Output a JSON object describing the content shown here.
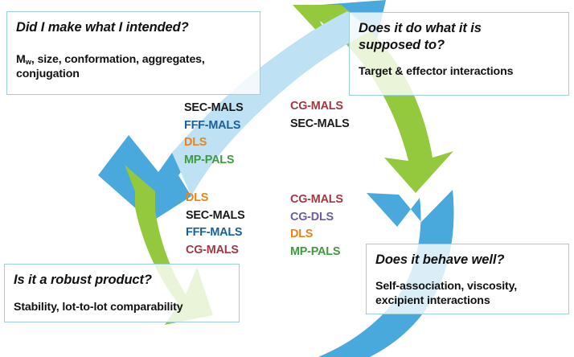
{
  "diagram": {
    "title": "Biopharmaceutical characterization question cycle",
    "layout": "four-quadrant circular arrow cycle",
    "colors": {
      "arrow_blue": "#49A9DD",
      "arrow_blue_light": "#BFE1F4",
      "arrow_green": "#94C93D",
      "arrow_green_light": "#DCEBBB",
      "box_border": "#9ecfd4",
      "text_black": "#111111",
      "technique_sec_mals": "#1A1A1A",
      "technique_fff_mals": "#17609E",
      "technique_dls": "#E8841A",
      "technique_mp_pals": "#3E9B3E",
      "technique_cg_mals": "#A33842",
      "technique_cg_dls": "#6E5CA3"
    }
  },
  "quadrants": {
    "top_left": {
      "question": "Did I make what I intended?",
      "answer_prefix": "M",
      "answer_subscript": "w",
      "answer_rest": ", size, conformation, aggregates, conjugation",
      "arrow_color": "#49A9DD"
    },
    "top_right": {
      "question_line1": "Does it do what it is",
      "question_line2": "supposed to?",
      "answer": "Target & effector interactions",
      "arrow_color": "#94C93D"
    },
    "bottom_left": {
      "question": "Is it a robust product?",
      "answer": "Stability, lot-to-lot comparability",
      "arrow_color": "#94C93D"
    },
    "bottom_right": {
      "question": "Does it behave well?",
      "answer_line1": "Self-association, viscosity,",
      "answer_line2": "excipient interactions",
      "arrow_color": "#49A9DD"
    }
  },
  "technique_groups": {
    "top_left": [
      {
        "label": "SEC-MALS",
        "color": "#1A1A1A"
      },
      {
        "label": "FFF-MALS",
        "color": "#17609E"
      },
      {
        "label": "DLS",
        "color": "#E8841A"
      },
      {
        "label": "MP-PALS",
        "color": "#3E9B3E"
      }
    ],
    "top_right": [
      {
        "label": "CG-MALS",
        "color": "#A33842"
      },
      {
        "label": "SEC-MALS",
        "color": "#1A1A1A"
      }
    ],
    "bottom_left": [
      {
        "label": "DLS",
        "color": "#E8841A"
      },
      {
        "label": "SEC-MALS",
        "color": "#1A1A1A"
      },
      {
        "label": "FFF-MALS",
        "color": "#17609E"
      },
      {
        "label": "CG-MALS",
        "color": "#A33842"
      }
    ],
    "bottom_right": [
      {
        "label": "CG-MALS",
        "color": "#A33842"
      },
      {
        "label": "CG-DLS",
        "color": "#6E5CA3"
      },
      {
        "label": "DLS",
        "color": "#E8841A"
      },
      {
        "label": "MP-PALS",
        "color": "#3E9B3E"
      }
    ]
  }
}
